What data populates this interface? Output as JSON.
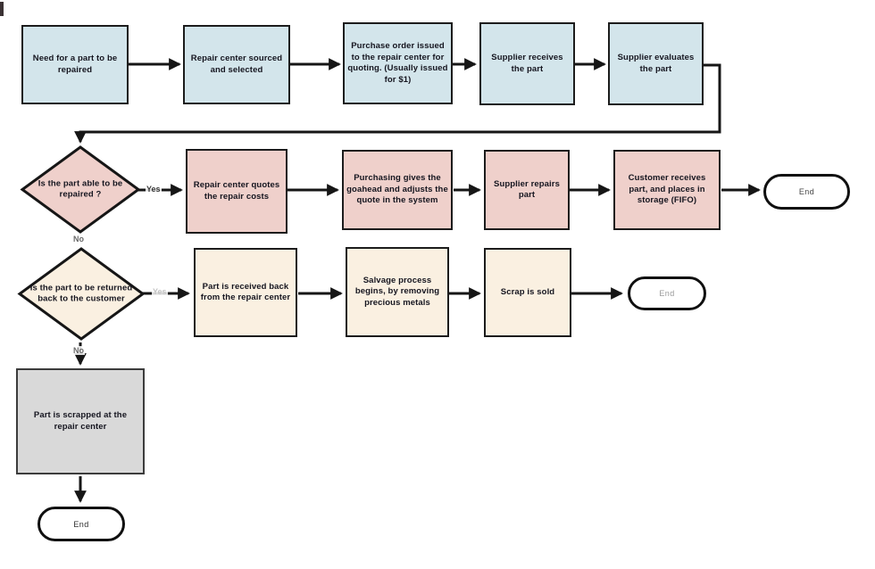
{
  "diagram": {
    "type": "flowchart",
    "nodes": {
      "need": {
        "label": "Need for a part to be repaired"
      },
      "sourced": {
        "label": "Repair center sourced and selected"
      },
      "po": {
        "label": "Purchase order issued to the repair center for quoting.  (Usually issued for $1)"
      },
      "receives": {
        "label": "Supplier receives the part"
      },
      "evaluates": {
        "label": "Supplier evaluates the part"
      },
      "able": {
        "label": "Is the part able to be repaired ?"
      },
      "quotes": {
        "label": "Repair center quotes the repair costs"
      },
      "goahead": {
        "label": "Purchasing gives the  goahead and adjusts the quote in the system"
      },
      "repairs": {
        "label": "Supplier repairs part"
      },
      "customer": {
        "label": "Customer receives part, and places in storage (FIFO)"
      },
      "end1": {
        "label": "End"
      },
      "returned": {
        "label": "Is the part to be returned back to the customer"
      },
      "received": {
        "label": "Part is received back from the repair center"
      },
      "salvage": {
        "label": "Salvage process begins, by removing precious metals"
      },
      "scrap": {
        "label": "Scrap is sold"
      },
      "end2": {
        "label": "End"
      },
      "scrapped": {
        "label": "Part is scrapped at the repair center"
      },
      "end3": {
        "label": "End"
      }
    },
    "edge_labels": {
      "yes_repairable": "Yes",
      "no_repairable": "No",
      "yes_returned": "Yes",
      "no_returned": "No"
    },
    "colors": {
      "blue": "#d3e5eb",
      "pink": "#efd0cb",
      "cream": "#faf0e1",
      "gray": "#d9d9d9",
      "line": "#161616",
      "terminator_fill": "#ffffff"
    }
  }
}
